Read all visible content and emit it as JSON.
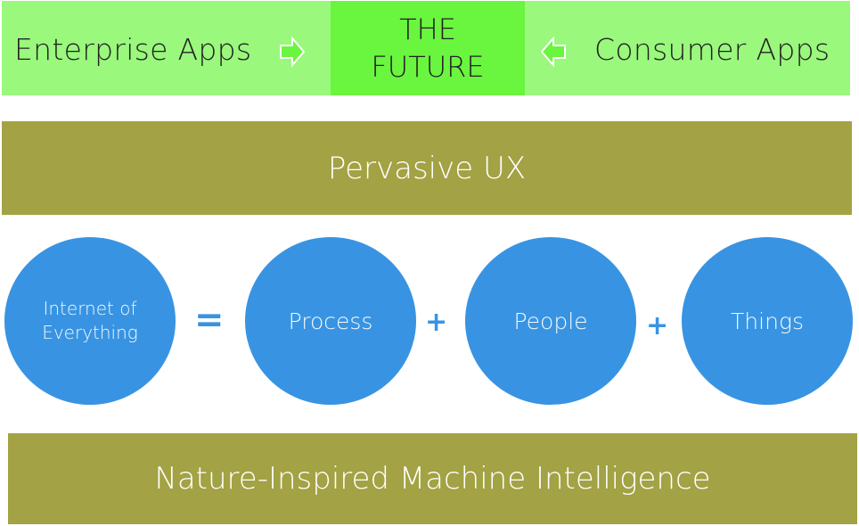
{
  "top": {
    "left_label": "Enterprise Apps",
    "center_line1": "THE",
    "center_line2": "FUTURE",
    "right_label": "Consumer Apps"
  },
  "middle_band": "Pervasive UX",
  "equation": {
    "result": "Internet of Everything",
    "equals": "=",
    "terms": [
      "Process",
      "People",
      "Things"
    ],
    "plus": "+"
  },
  "bottom_band": "Nature-Inspired Machine Intelligence",
  "colors": {
    "light_green": "#9af87c",
    "bright_green": "#6af53f",
    "olive": "#a3a244",
    "blue": "#3894e2"
  }
}
